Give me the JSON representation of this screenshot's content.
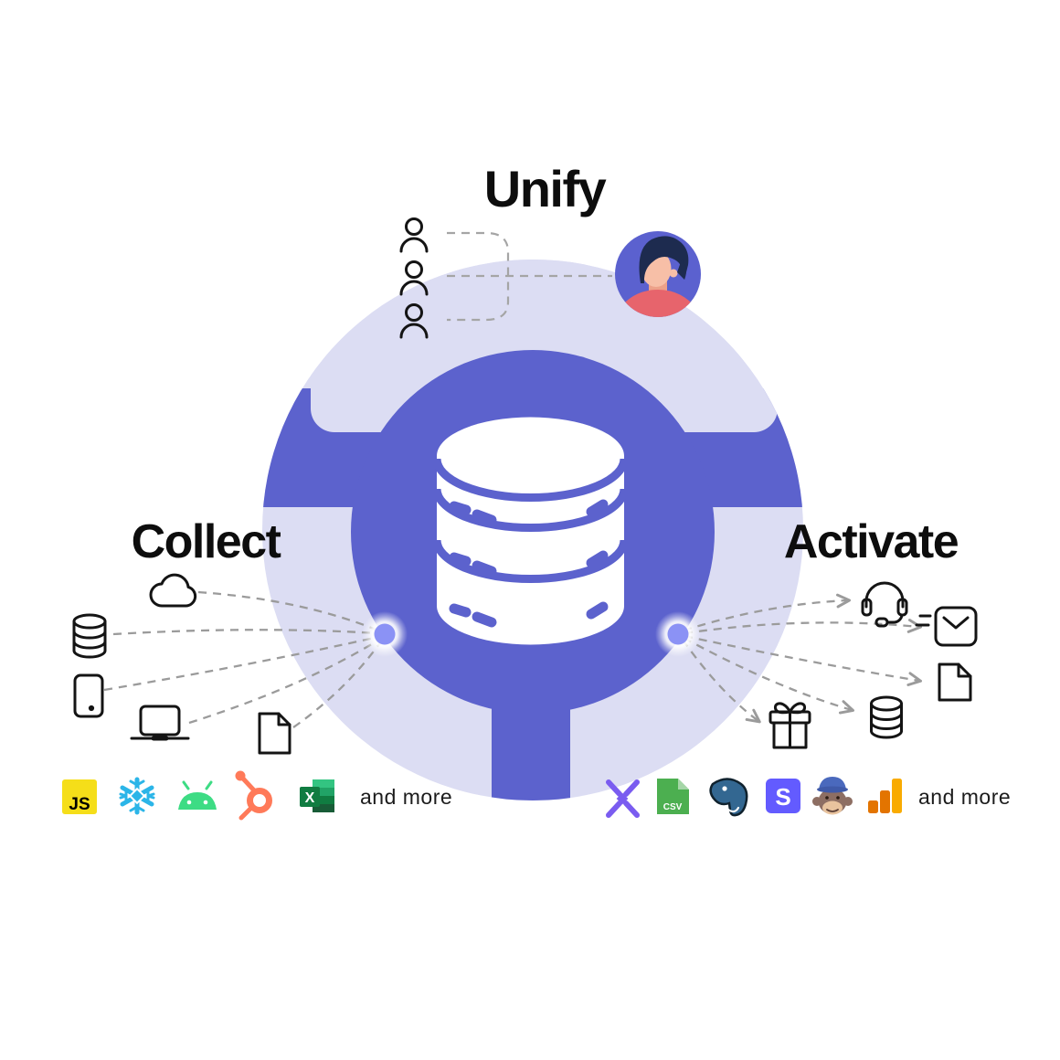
{
  "colors": {
    "purple_hub": "#5c62cd",
    "lavender_circle": "#dcddf3",
    "node_dot": "#8b92f5",
    "dashed_line": "#9b9b9b",
    "ink": "#111111",
    "avatar_bg": "#5b61cf",
    "avatar_shirt": "#e7646c",
    "avatar_skin": "#f7bfa7",
    "avatar_hair": "#1d2b4f"
  },
  "unify": {
    "title": "Unify",
    "source_icons": [
      "person-icon",
      "person-icon",
      "person-icon"
    ],
    "result_icon": "unified-profile-avatar"
  },
  "collect": {
    "title": "Collect",
    "more_label": "and more",
    "source_icons": [
      "cloud-icon",
      "database-icon",
      "smartphone-icon",
      "laptop-icon",
      "document-icon"
    ],
    "logos": [
      {
        "name": "javascript",
        "label": "JS"
      },
      {
        "name": "snowflake"
      },
      {
        "name": "android"
      },
      {
        "name": "hubspot"
      },
      {
        "name": "excel",
        "label": "X"
      }
    ]
  },
  "activate": {
    "title": "Activate",
    "more_label": "and more",
    "destination_icons": [
      "headset-icon",
      "send-email-icon",
      "document-icon",
      "database-icon",
      "gift-icon"
    ],
    "logos": [
      {
        "name": "x-platform"
      },
      {
        "name": "csv-file",
        "label": "CSV"
      },
      {
        "name": "postgresql"
      },
      {
        "name": "stripe",
        "label": "S"
      },
      {
        "name": "mailchimp"
      },
      {
        "name": "google-analytics"
      }
    ]
  },
  "center": {
    "icon": "data-warehouse-database"
  }
}
